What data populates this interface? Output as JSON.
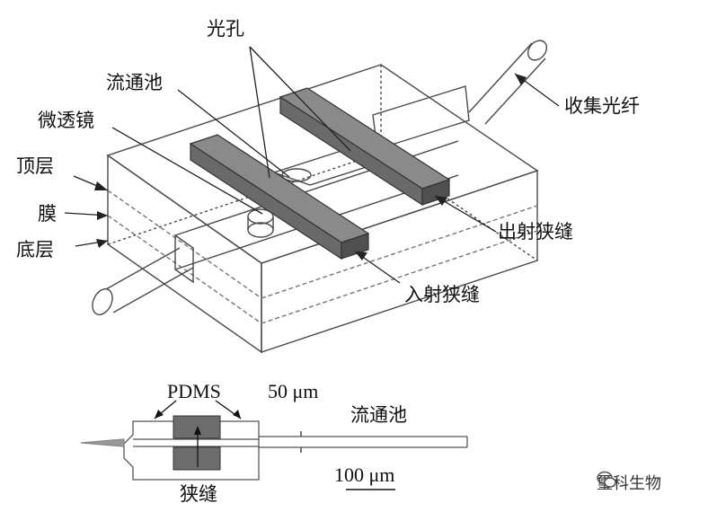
{
  "labels": {
    "aperture": "光孔",
    "flow_cell": "流通池",
    "microlens": "微透镜",
    "top_layer": "顶层",
    "membrane": "膜",
    "bottom_layer": "底层",
    "collection_fiber": "收集光纤",
    "exit_slit": "出射狭缝",
    "entrance_slit": "入射狭缝"
  },
  "cross_section": {
    "material": "PDMS",
    "width_label": "50 μm",
    "flow_cell": "流通池",
    "scale_bar": "100 μm",
    "slit": "狭缝"
  },
  "watermark": {
    "text": "璽科生物",
    "icon": "wechat-icon"
  },
  "colors": {
    "line": "#444444",
    "slit_fill": "#6d6d6d",
    "slit_dark": "#505050"
  }
}
